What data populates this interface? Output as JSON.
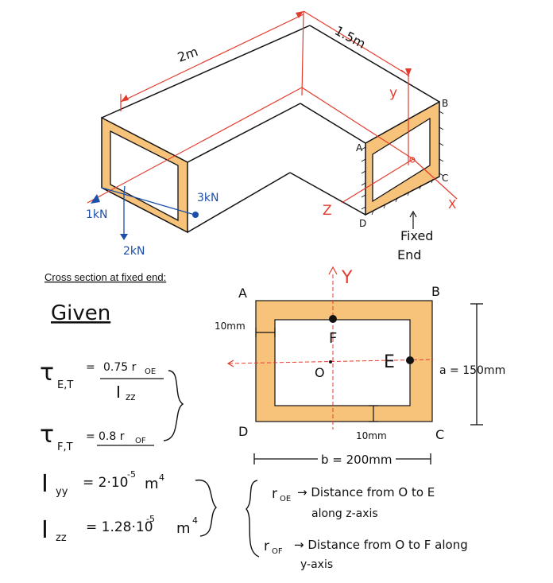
{
  "labels": {
    "len_2m": "2m",
    "len_15m": "1.5m",
    "axis_y_top": "y",
    "axis_z": "Z",
    "axis_x": "X",
    "pt_A": "A",
    "pt_B": "B",
    "pt_C": "C",
    "pt_D": "D",
    "fixed_1": "Fixed",
    "fixed_2": "End",
    "load_1kN": "1kN",
    "load_2kN": "2kN",
    "load_3kN": "3kN"
  },
  "cross_section": {
    "heading": "Cross section at fixed end:",
    "corner_A": "A",
    "corner_B": "B",
    "corner_C": "C",
    "corner_D": "D",
    "axis_Y": "Y",
    "pt_F": "F",
    "pt_E": "E",
    "pt_O": "O",
    "wall_left": "10mm",
    "wall_bottom": "10mm",
    "dim_a": "a = 150mm",
    "dim_b": "b = 200mm"
  },
  "given": {
    "title": "Given",
    "tau_E_lhs": "τ",
    "tau_E_sub": "E,T",
    "tau_E_num": "0.75 r",
    "tau_E_num_sub": "OE",
    "tau_E_den": "I",
    "tau_E_den_sub": "zz",
    "tau_F_lhs": "τ",
    "tau_F_sub": "F,T",
    "tau_F_rhs": "0.8 r",
    "tau_F_rhs_sub": "OF",
    "Iyy_lhs": "I",
    "Iyy_sub": "yy",
    "Iyy_rhs": "= 2·10",
    "Iyy_exp": "-5",
    "Iyy_unit": "m",
    "Iyy_unit_exp": "4",
    "Izz_lhs": "I",
    "Izz_sub": "zz",
    "Izz_rhs": "= 1.28·10",
    "Izz_exp": "-5",
    "Izz_unit": "m",
    "Izz_unit_exp": "4"
  },
  "notes": {
    "rOE_sym": "r",
    "rOE_sub": "OE",
    "rOE_text1": "→ Distance from O to E",
    "rOE_text2": "along z-axis",
    "rOF_sym": "r",
    "rOF_sub": "OF",
    "rOF_text1": "→ Distance from O to F along",
    "rOF_text2": "y-axis"
  },
  "colors": {
    "wall_fill": "#f7c27a",
    "red": "#e23b2e",
    "blue": "#1d4fa8",
    "ink": "#111111"
  }
}
